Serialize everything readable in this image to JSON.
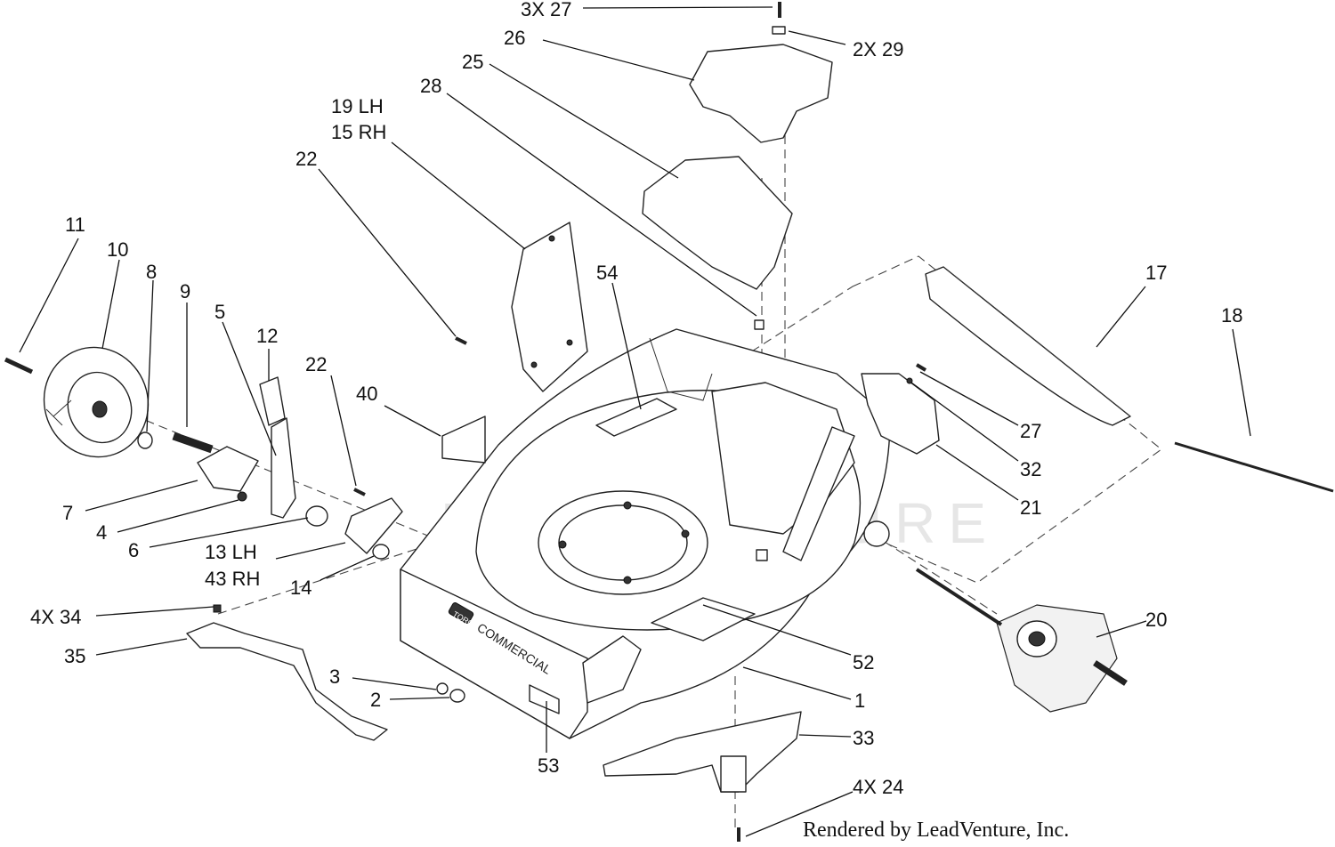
{
  "diagram": {
    "callouts": [
      {
        "id": "c-3x27",
        "text": "3X 27"
      },
      {
        "id": "c-26",
        "text": "26"
      },
      {
        "id": "c-2x29",
        "text": "2X 29"
      },
      {
        "id": "c-25",
        "text": "25"
      },
      {
        "id": "c-28",
        "text": "28"
      },
      {
        "id": "c-19lh",
        "text": "19 LH"
      },
      {
        "id": "c-15rh",
        "text": "15 RH"
      },
      {
        "id": "c-22a",
        "text": "22"
      },
      {
        "id": "c-11",
        "text": "11"
      },
      {
        "id": "c-10",
        "text": "10"
      },
      {
        "id": "c-8",
        "text": "8"
      },
      {
        "id": "c-9",
        "text": "9"
      },
      {
        "id": "c-5",
        "text": "5"
      },
      {
        "id": "c-12",
        "text": "12"
      },
      {
        "id": "c-22b",
        "text": "22"
      },
      {
        "id": "c-40",
        "text": "40"
      },
      {
        "id": "c-54",
        "text": "54"
      },
      {
        "id": "c-17",
        "text": "17"
      },
      {
        "id": "c-18",
        "text": "18"
      },
      {
        "id": "c-27",
        "text": "27"
      },
      {
        "id": "c-32",
        "text": "32"
      },
      {
        "id": "c-21",
        "text": "21"
      },
      {
        "id": "c-7",
        "text": "7"
      },
      {
        "id": "c-4",
        "text": "4"
      },
      {
        "id": "c-6",
        "text": "6"
      },
      {
        "id": "c-13lh",
        "text": "13 LH"
      },
      {
        "id": "c-43rh",
        "text": "43 RH"
      },
      {
        "id": "c-14",
        "text": "14"
      },
      {
        "id": "c-4x34",
        "text": "4X 34"
      },
      {
        "id": "c-35",
        "text": "35"
      },
      {
        "id": "c-3",
        "text": "3"
      },
      {
        "id": "c-2",
        "text": "2"
      },
      {
        "id": "c-20",
        "text": "20"
      },
      {
        "id": "c-52",
        "text": "52"
      },
      {
        "id": "c-1",
        "text": "1"
      },
      {
        "id": "c-33",
        "text": "33"
      },
      {
        "id": "c-53",
        "text": "53"
      },
      {
        "id": "c-4x24",
        "text": "4X 24"
      }
    ],
    "deck_brand": "TORO",
    "deck_model": "COMMERCIAL",
    "watermark": "LEADVENTURE",
    "credit": "Rendered by LeadVenture, Inc."
  }
}
